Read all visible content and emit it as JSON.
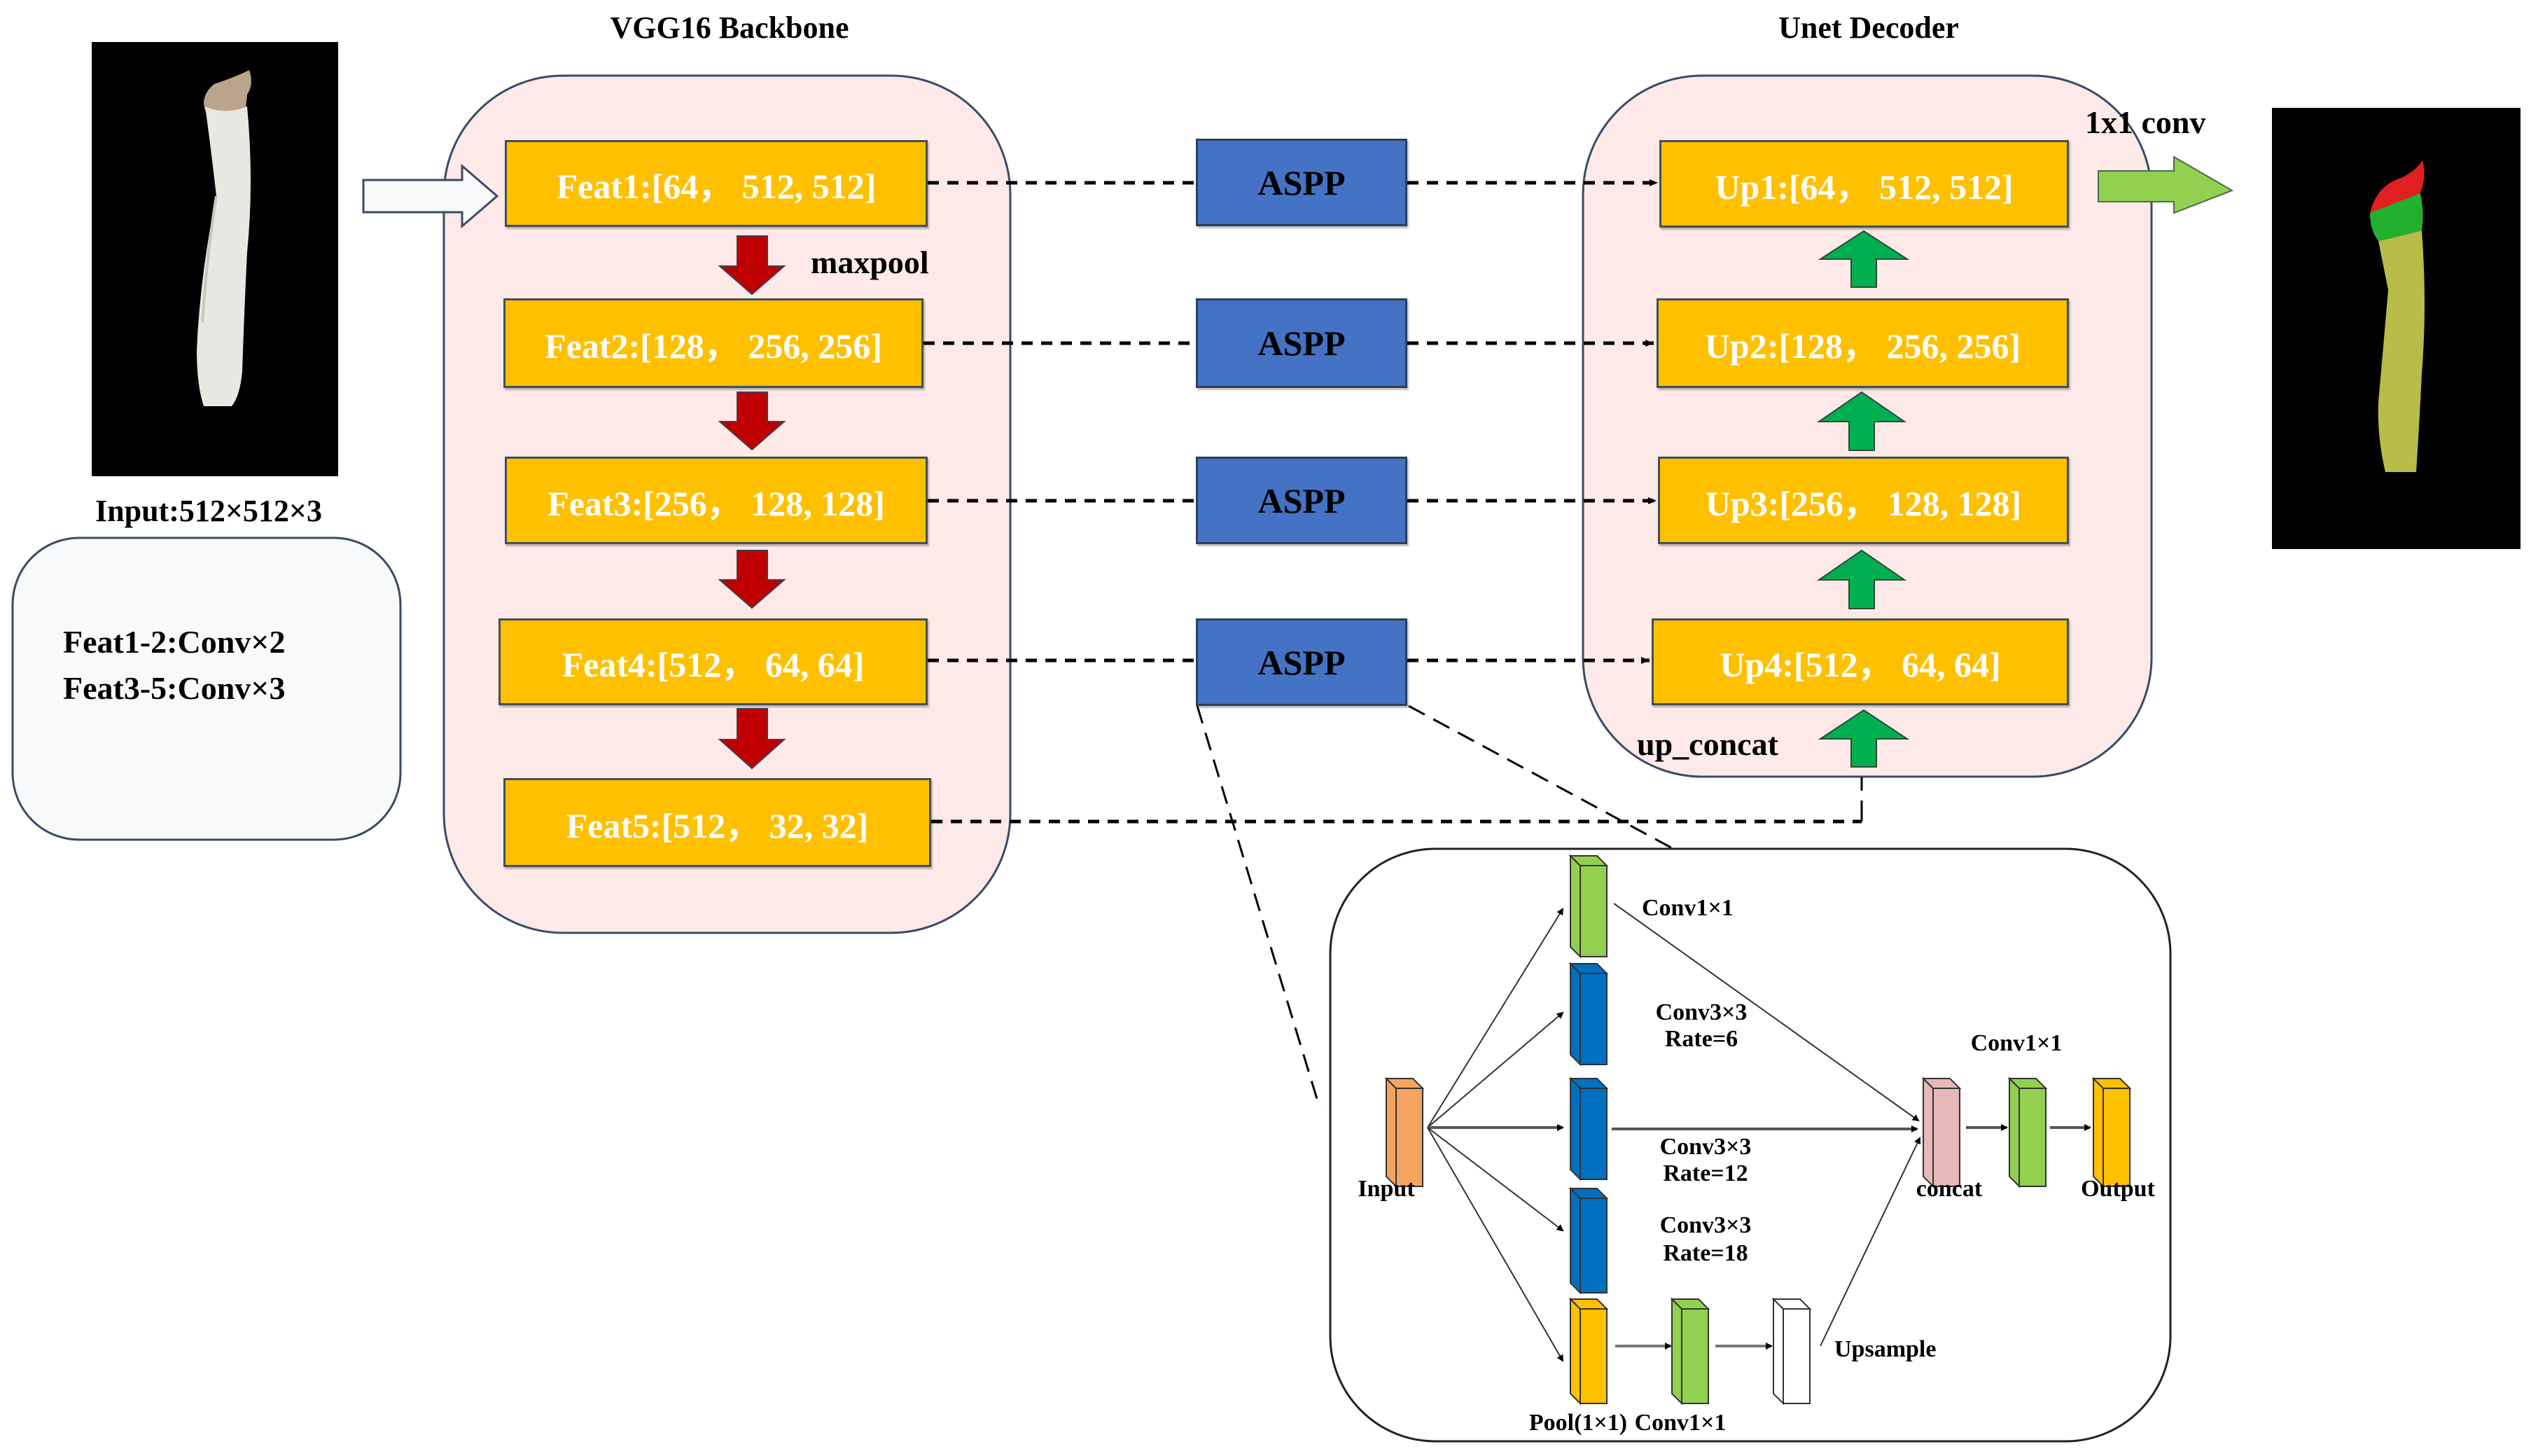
{
  "input": {
    "image_label": "Input:512×512×3",
    "image_desc": "king oyster mushroom on black background"
  },
  "conv_note": {
    "line1": "Feat1-2:Conv×2",
    "line2": "Feat3-5:Conv×3"
  },
  "backbone": {
    "title": "VGG16 Backbone",
    "maxpool_label": "maxpool",
    "features": [
      {
        "label": "Feat1:[64， 512, 512]"
      },
      {
        "label": "Feat2:[128， 256, 256]"
      },
      {
        "label": "Feat3:[256， 128, 128]"
      },
      {
        "label": "Feat4:[512， 64, 64]"
      },
      {
        "label": "Feat5:[512， 32, 32]"
      }
    ]
  },
  "aspp_modules": [
    {
      "label": "ASPP"
    },
    {
      "label": "ASPP"
    },
    {
      "label": "ASPP"
    },
    {
      "label": "ASPP"
    }
  ],
  "decoder": {
    "title": "Unet Decoder",
    "up_concat_label": "up_concat",
    "conv_label": "1x1 conv",
    "ups": [
      {
        "label": "Up1:[64， 512, 512]"
      },
      {
        "label": "Up2:[128， 256, 256]"
      },
      {
        "label": "Up3:[256， 128, 128]"
      },
      {
        "label": "Up4:[512， 64, 64]"
      }
    ]
  },
  "output": {
    "image_desc": "segmentation mask: red cap, green collar, yellow stem"
  },
  "aspp_detail": {
    "input_label": "Input",
    "branches": [
      {
        "label": "Conv1×1",
        "sub": ""
      },
      {
        "label": "Conv3×3",
        "sub": "Rate=6"
      },
      {
        "label": "Conv3×3",
        "sub": "Rate=12"
      },
      {
        "label": "Conv3×3",
        "sub": "Rate=18"
      }
    ],
    "pool_label": "Pool(1×1)",
    "pool_conv_label": "Conv1×1",
    "upsample_label": "Upsample",
    "concat_label": "concat",
    "final_conv_label": "Conv1×1",
    "output_label": "Output"
  },
  "colors": {
    "feature_box": "#ffc000",
    "aspp_box": "#4472c4",
    "pool_arrow": "#c00000",
    "up_arrow": "#00b050",
    "conv_arrow": "#92d050",
    "panel_fill": "#fde9e7",
    "note_fill": "#f8f9fa",
    "block_green": "#92d050",
    "block_blue": "#0070c0",
    "block_orange": "#f4a460",
    "block_pink": "#e6b8b7",
    "block_yellow": "#ffc000"
  }
}
